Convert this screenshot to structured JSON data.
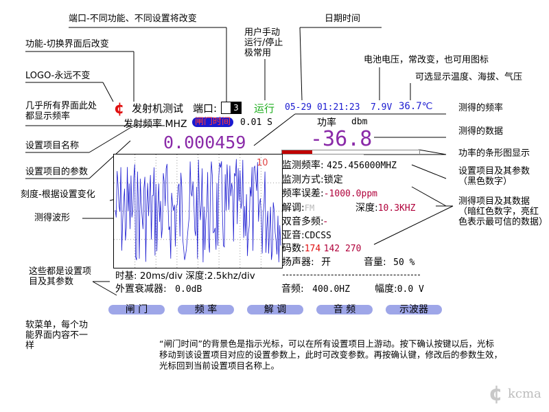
{
  "annotations": {
    "port": "端口-不同功能、不同设置将改变",
    "function": "功能-切换界面后改变",
    "logo": "LOGO-永远不变",
    "freq_always": "几乎所有界面此处都显示频率",
    "item_name": "设置项目名称",
    "item_param": "设置项目的参数",
    "scale": "刻度-根据设置变化",
    "waveform": "测得波形",
    "settings": "这些都是设置项目及其参数",
    "softmenu": "软菜单，每个功能界面内容不一样",
    "user_manual": "用户手动运行/停止极常用",
    "datetime": "日期时间",
    "battery": "电池电压，常改变，也可用图标",
    "optional": "可选显示温度、海拔、气压",
    "measured_freq": "测得的频率",
    "measured_data": "测得的数据",
    "power_bar": "功率的条形图显示",
    "setting_param": "设置项目及其参数（黑色数字）",
    "measured_items": "测得项目及其数据（暗红色数字，亮红色表示最可信的数据）",
    "note": "“闸门时间”的背景色是指示光标，可以在所有设置项目上游动。按下确认按键以后，光标移动到该设置项目对应的设置参数上，此时可改变参数。再按确认键，修改后的参数生效，光标回到当前设置项目名称上。"
  },
  "header": {
    "logo_glyph": "¢",
    "title": "发射机测试",
    "port_label": "端口:",
    "port_value": "3",
    "run_status": "运行",
    "datetime": "05-29 01:21:23",
    "battery": "7.9V",
    "temperature": "36.7℃"
  },
  "freq_row": {
    "label": "发射频率 MHZ",
    "gate_label": "闸门时间",
    "gate_value": "0.01 S",
    "freq_value": "0.000459"
  },
  "power": {
    "label": "功率",
    "unit": "dbm",
    "value": "-36.8",
    "bar_level_fraction": 0.22
  },
  "scope": {
    "scale_top": "10"
  },
  "measurements": {
    "monitor_freq_label": "监测频率:",
    "monitor_freq_value": "425.456000MHZ",
    "monitor_mode_label": "监测方式:",
    "monitor_mode_value": "锁定",
    "freq_error_label": "频率误差:",
    "freq_error_value": "-1000.0ppm",
    "demod_label": "解调:",
    "demod_value": "FM",
    "depth_label": "深度:",
    "depth_value": "10.3KHZ",
    "dual_tone_label": "双音多频:",
    "dual_tone_value": "-",
    "subaudio_label": "亚音:",
    "subaudio_value": "CDCSS",
    "code_label": "码数:",
    "code_value_1": "174",
    "code_value_2": "142 270",
    "speaker_label": "扬声器:",
    "speaker_value": "开",
    "volume_label": "音量:",
    "volume_value": "50 %"
  },
  "settings_rows": {
    "timebase": "时基: 20ms/div 深度:2.5khz/div",
    "attenuator_label": "外置衰减器:",
    "attenuator_value": "0.0dB",
    "audio_freq_label": "音频:",
    "audio_freq_value": "400.0HZ",
    "amplitude_label": "幅度:",
    "amplitude_value": "0.0 V"
  },
  "softkeys": [
    "闸  门",
    "频  率",
    "解  调",
    "音  频",
    "示波器"
  ],
  "watermark": {
    "glyph": "¢",
    "text": "kcma"
  },
  "colors": {
    "blue": "#1a1ad0",
    "purple": "#8a2aa8",
    "dark_red": "#b0003a",
    "green": "#1fae1f",
    "softkey_bg": "#9ea6e8"
  }
}
